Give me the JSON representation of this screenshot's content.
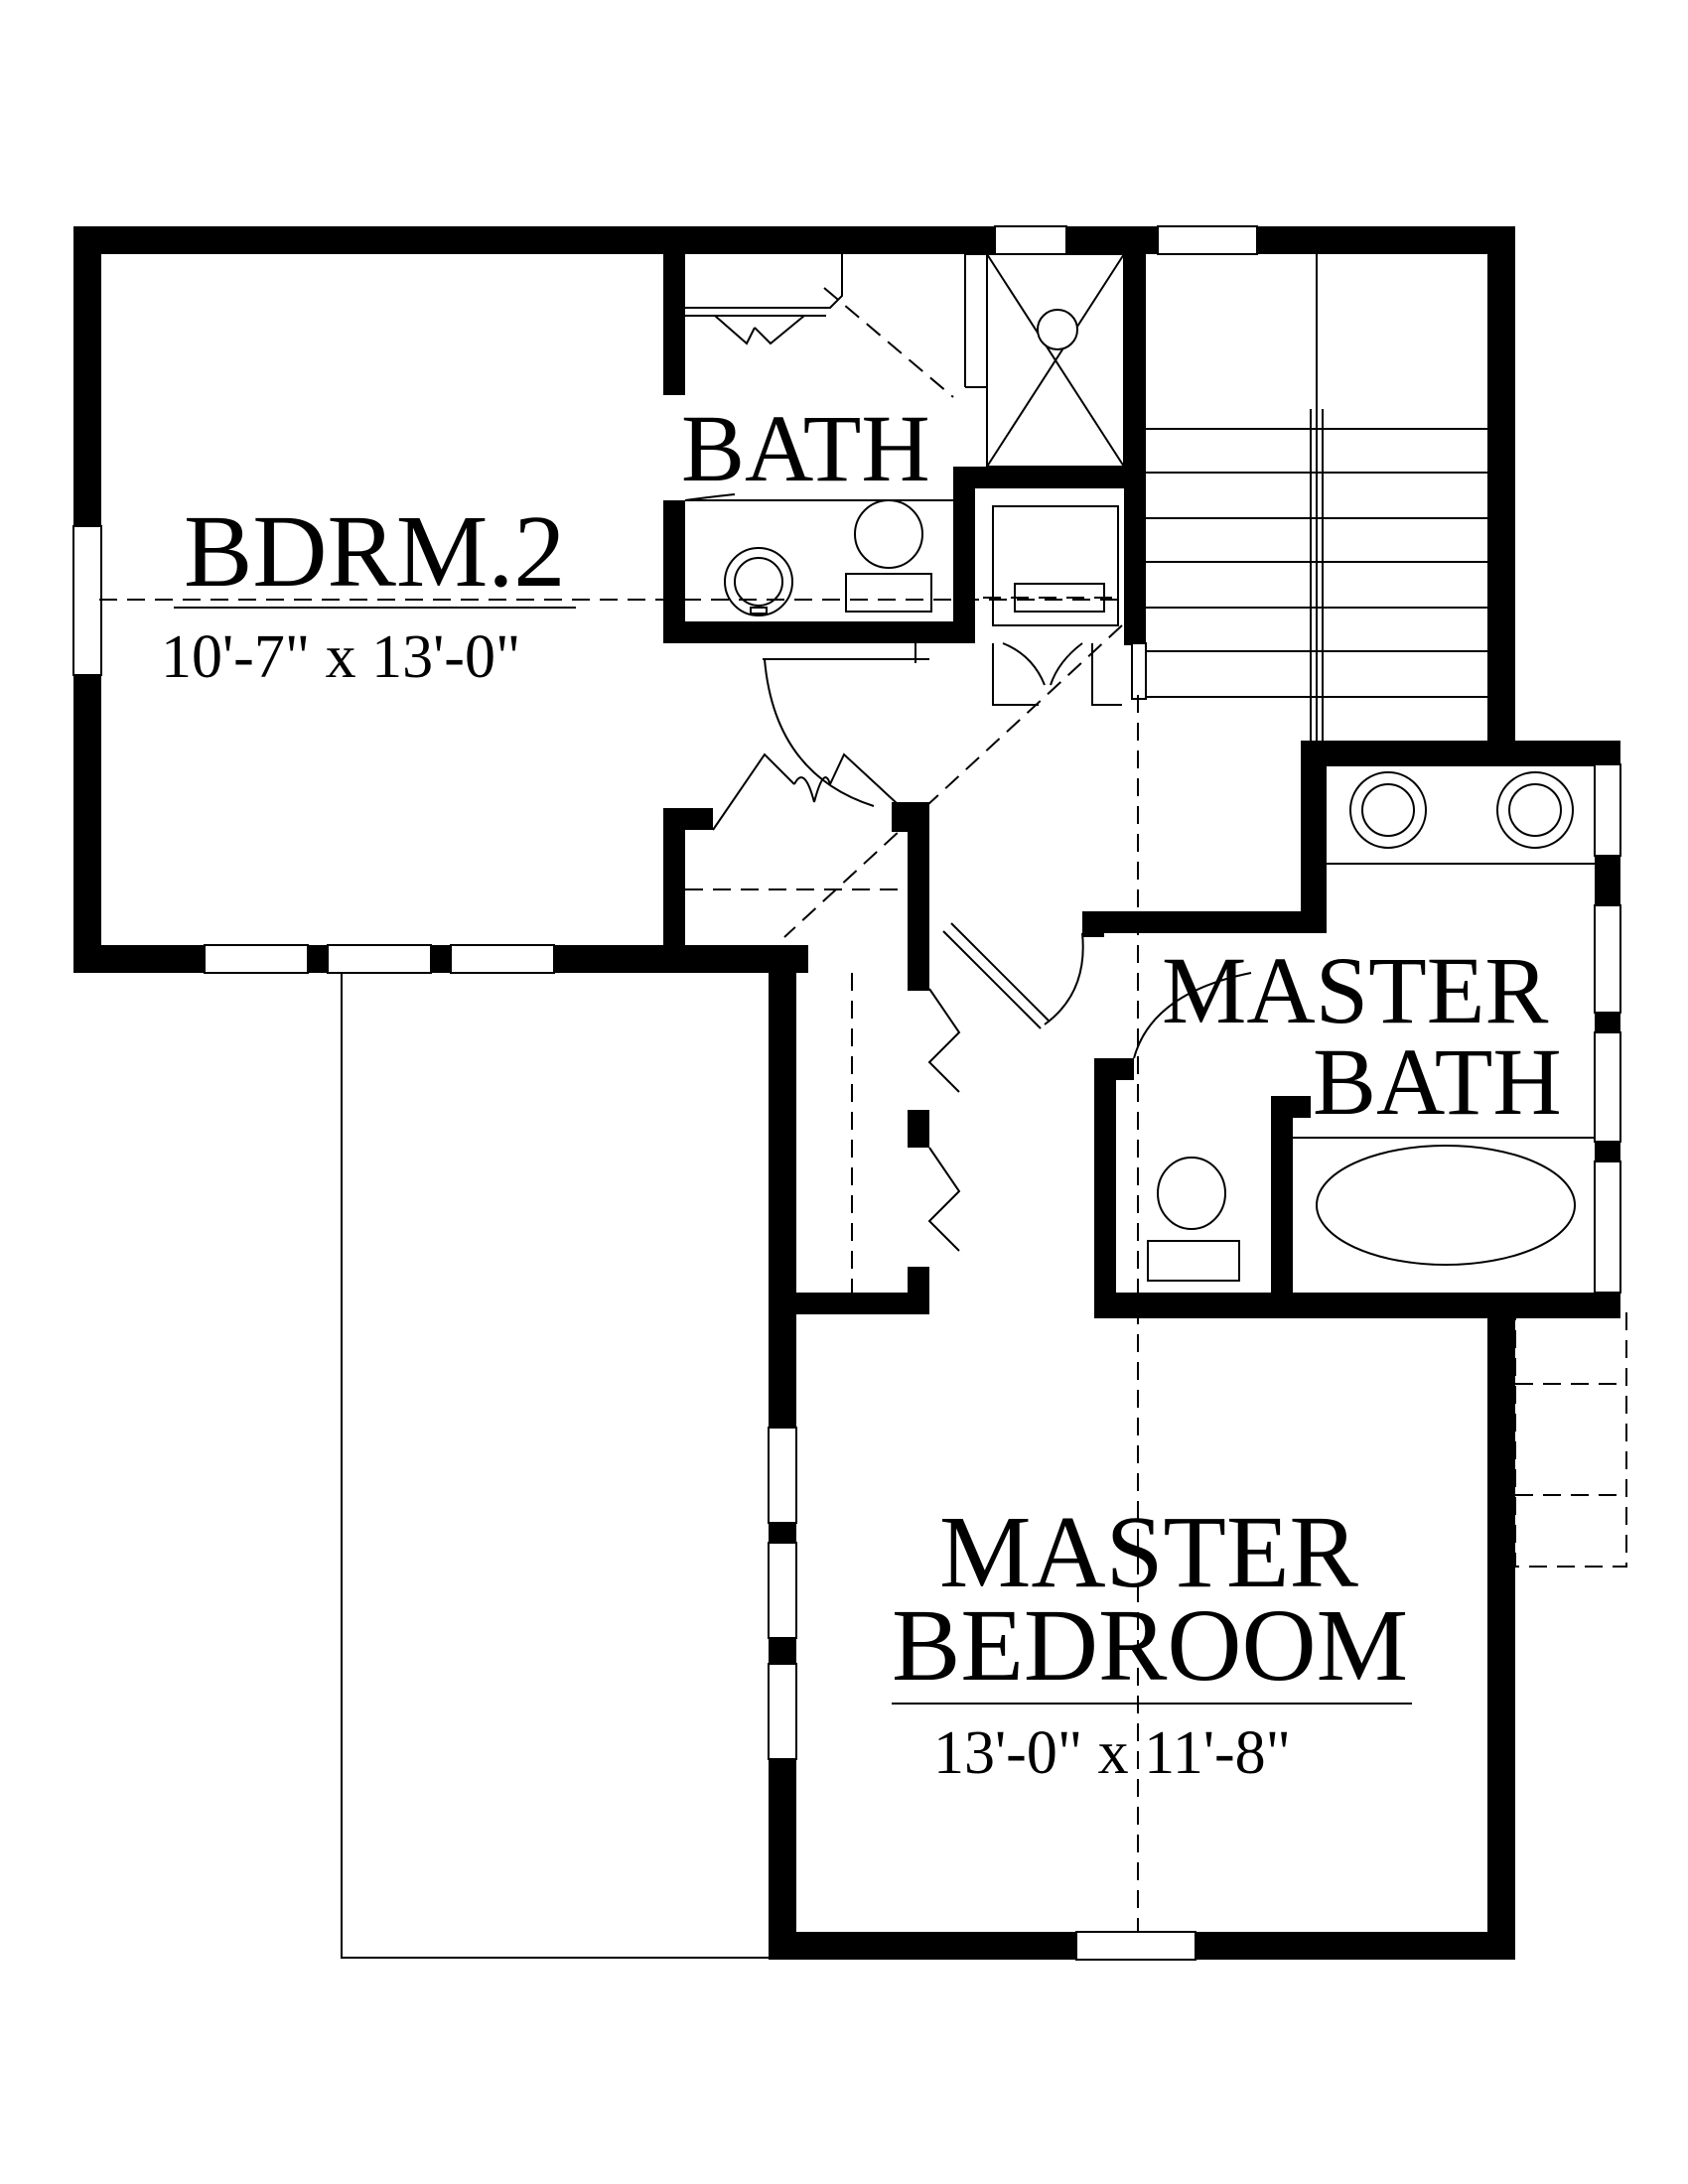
{
  "plan": {
    "rooms": {
      "bedroom2": {
        "name": "BDRM.2",
        "dimensions": "10'-7\" x 13'-0\""
      },
      "bath": {
        "name": "BATH"
      },
      "master_bath": {
        "name_line1": "MASTER",
        "name_line2": "BATH"
      },
      "master_bedroom": {
        "name_line1": "MASTER",
        "name_line2": "BEDROOM",
        "dimensions": "13'-0\" x 11'-8\""
      }
    },
    "colors": {
      "wall": "#000000",
      "background": "#ffffff"
    }
  }
}
